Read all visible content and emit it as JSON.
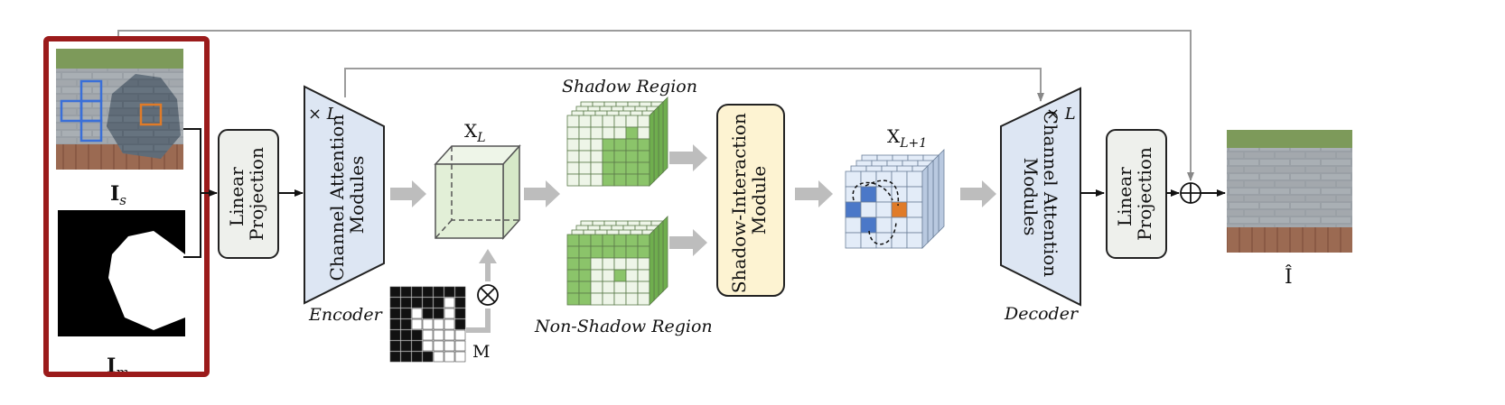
{
  "diagram": {
    "inputs": {
      "shadow_image_label": "I",
      "shadow_image_sub": "s",
      "mask_image_label": "I",
      "mask_image_sub": "m"
    },
    "blocks": {
      "linear_projection_in": [
        "Linear",
        "Projection"
      ],
      "encoder": [
        "Channel Attention",
        "Modules"
      ],
      "encoder_caption": "Encoder",
      "encoder_repeat": "× L",
      "shadow_interaction": [
        "Shadow-Interaction",
        "Module"
      ],
      "decoder": [
        "Channel Attention",
        "Modules"
      ],
      "decoder_caption": "Decoder",
      "decoder_repeat": "× L",
      "linear_projection_out": [
        "Linear",
        "Projection"
      ]
    },
    "features": {
      "xl_label": "X",
      "xl_sub": "L",
      "xl1_label": "X",
      "xl1_sub": "L+1",
      "mask_label": "M",
      "multiply_symbol": "⊗",
      "add_symbol": "⊕"
    },
    "regions": {
      "shadow": "Shadow Region",
      "non_shadow": "Non-Shadow Region"
    },
    "output": {
      "label": "Î"
    },
    "colors": {
      "highlight_frame": "#9b1b1b",
      "block_fill": "#eef0ec",
      "trapezoid_fill": "#dde6f3",
      "sim_fill": "#fdf3d2",
      "cube_green": "#e2efd7",
      "green_cell": "#8bc46a",
      "blue_cell": "#4b78c8",
      "orange_cell": "#e07b28",
      "arrow_gray": "#bdbdbd"
    }
  }
}
